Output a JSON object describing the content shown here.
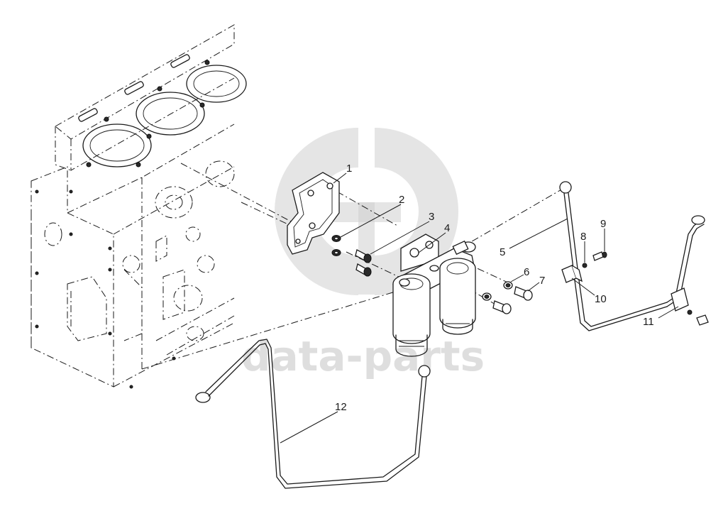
{
  "watermark": {
    "text": "data-parts"
  },
  "callouts": [
    {
      "id": "1",
      "label": "1"
    },
    {
      "id": "2",
      "label": "2"
    },
    {
      "id": "3",
      "label": "3"
    },
    {
      "id": "4",
      "label": "4"
    },
    {
      "id": "5",
      "label": "5"
    },
    {
      "id": "6",
      "label": "6"
    },
    {
      "id": "7",
      "label": "7"
    },
    {
      "id": "8",
      "label": "8"
    },
    {
      "id": "9",
      "label": "9"
    },
    {
      "id": "10",
      "label": "10"
    },
    {
      "id": "11",
      "label": "11"
    },
    {
      "id": "12",
      "label": "12"
    }
  ]
}
